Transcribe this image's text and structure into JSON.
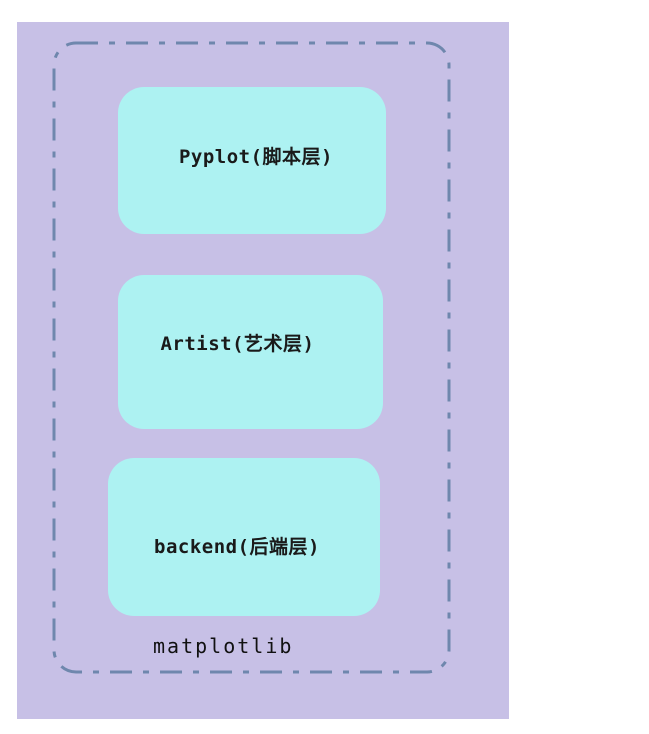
{
  "diagram": {
    "package_label": "matplotlib",
    "layers": [
      {
        "label": "Pyplot(脚本层)"
      },
      {
        "label": "Artist(艺术层)"
      },
      {
        "label": "backend(后端层)"
      }
    ],
    "colors": {
      "background": "#c7c0e6",
      "layer_fill": "#adf2f2",
      "frame_stroke": "#6f87ad",
      "text": "#1a1a1a"
    }
  }
}
